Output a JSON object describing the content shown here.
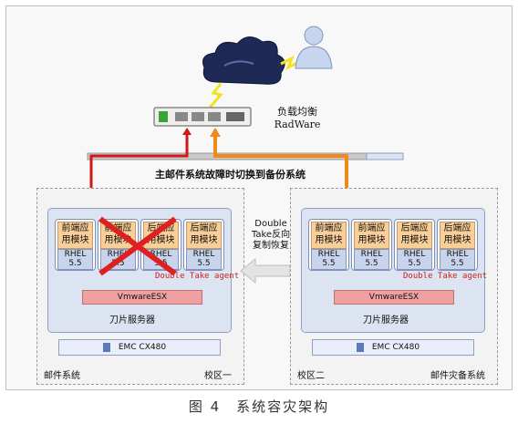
{
  "load_balancer": {
    "label_line1": "负载均衡",
    "label_line2": "RadWare"
  },
  "switch_banner": "主邮件系统故障时切换到备份系统",
  "replication": {
    "line1": "Double",
    "line2": "Take反向",
    "line3": "复制恢复"
  },
  "left_site": {
    "modules": [
      {
        "top": "前端应用模块",
        "bottom": "RHEL 5.5"
      },
      {
        "top": "前端应用模块",
        "bottom": "RHEL 5.5"
      },
      {
        "top": "后端应用模块",
        "bottom": "RHEL 5.5"
      },
      {
        "top": "后端应用模块",
        "bottom": "RHEL 5.5"
      }
    ],
    "agent": "Double Take agent",
    "esx": "VmwareESX",
    "blade": "刀片服务器",
    "storage": "EMC CX480",
    "name": "邮件系统",
    "campus": "校区一"
  },
  "right_site": {
    "modules": [
      {
        "top": "前端应用模块",
        "bottom": "RHEL 5.5"
      },
      {
        "top": "前端应用模块",
        "bottom": "RHEL 5.5"
      },
      {
        "top": "后端应用模块",
        "bottom": "RHEL 5.5"
      },
      {
        "top": "后端应用模块",
        "bottom": "RHEL 5.5"
      }
    ],
    "agent": "Double Take agent",
    "esx": "VmwareESX",
    "blade": "刀片服务器",
    "storage": "EMC CX480",
    "name": "邮件灾备系统",
    "campus": "校区二"
  },
  "caption": "图 4　系统容灾架构",
  "colors": {
    "failover_arrow": "#d01818",
    "backup_arrow": "#f08a1c",
    "failure_mark": "#e02020"
  }
}
